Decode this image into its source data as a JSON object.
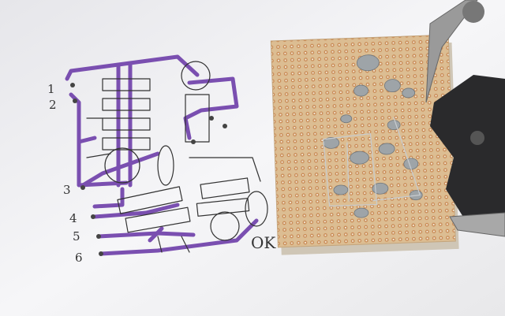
{
  "photo": {
    "sketch_labels": [
      "1",
      "2",
      "3",
      "4",
      "5",
      "6"
    ],
    "sketch_note": "OK",
    "colors": {
      "paper": "#f2f2f4",
      "trace": "#7a4fb0",
      "board": "#d8b98c",
      "hole": "#b07040",
      "solder": "#9aa0a4",
      "clamp": "#2a2a2c"
    }
  }
}
